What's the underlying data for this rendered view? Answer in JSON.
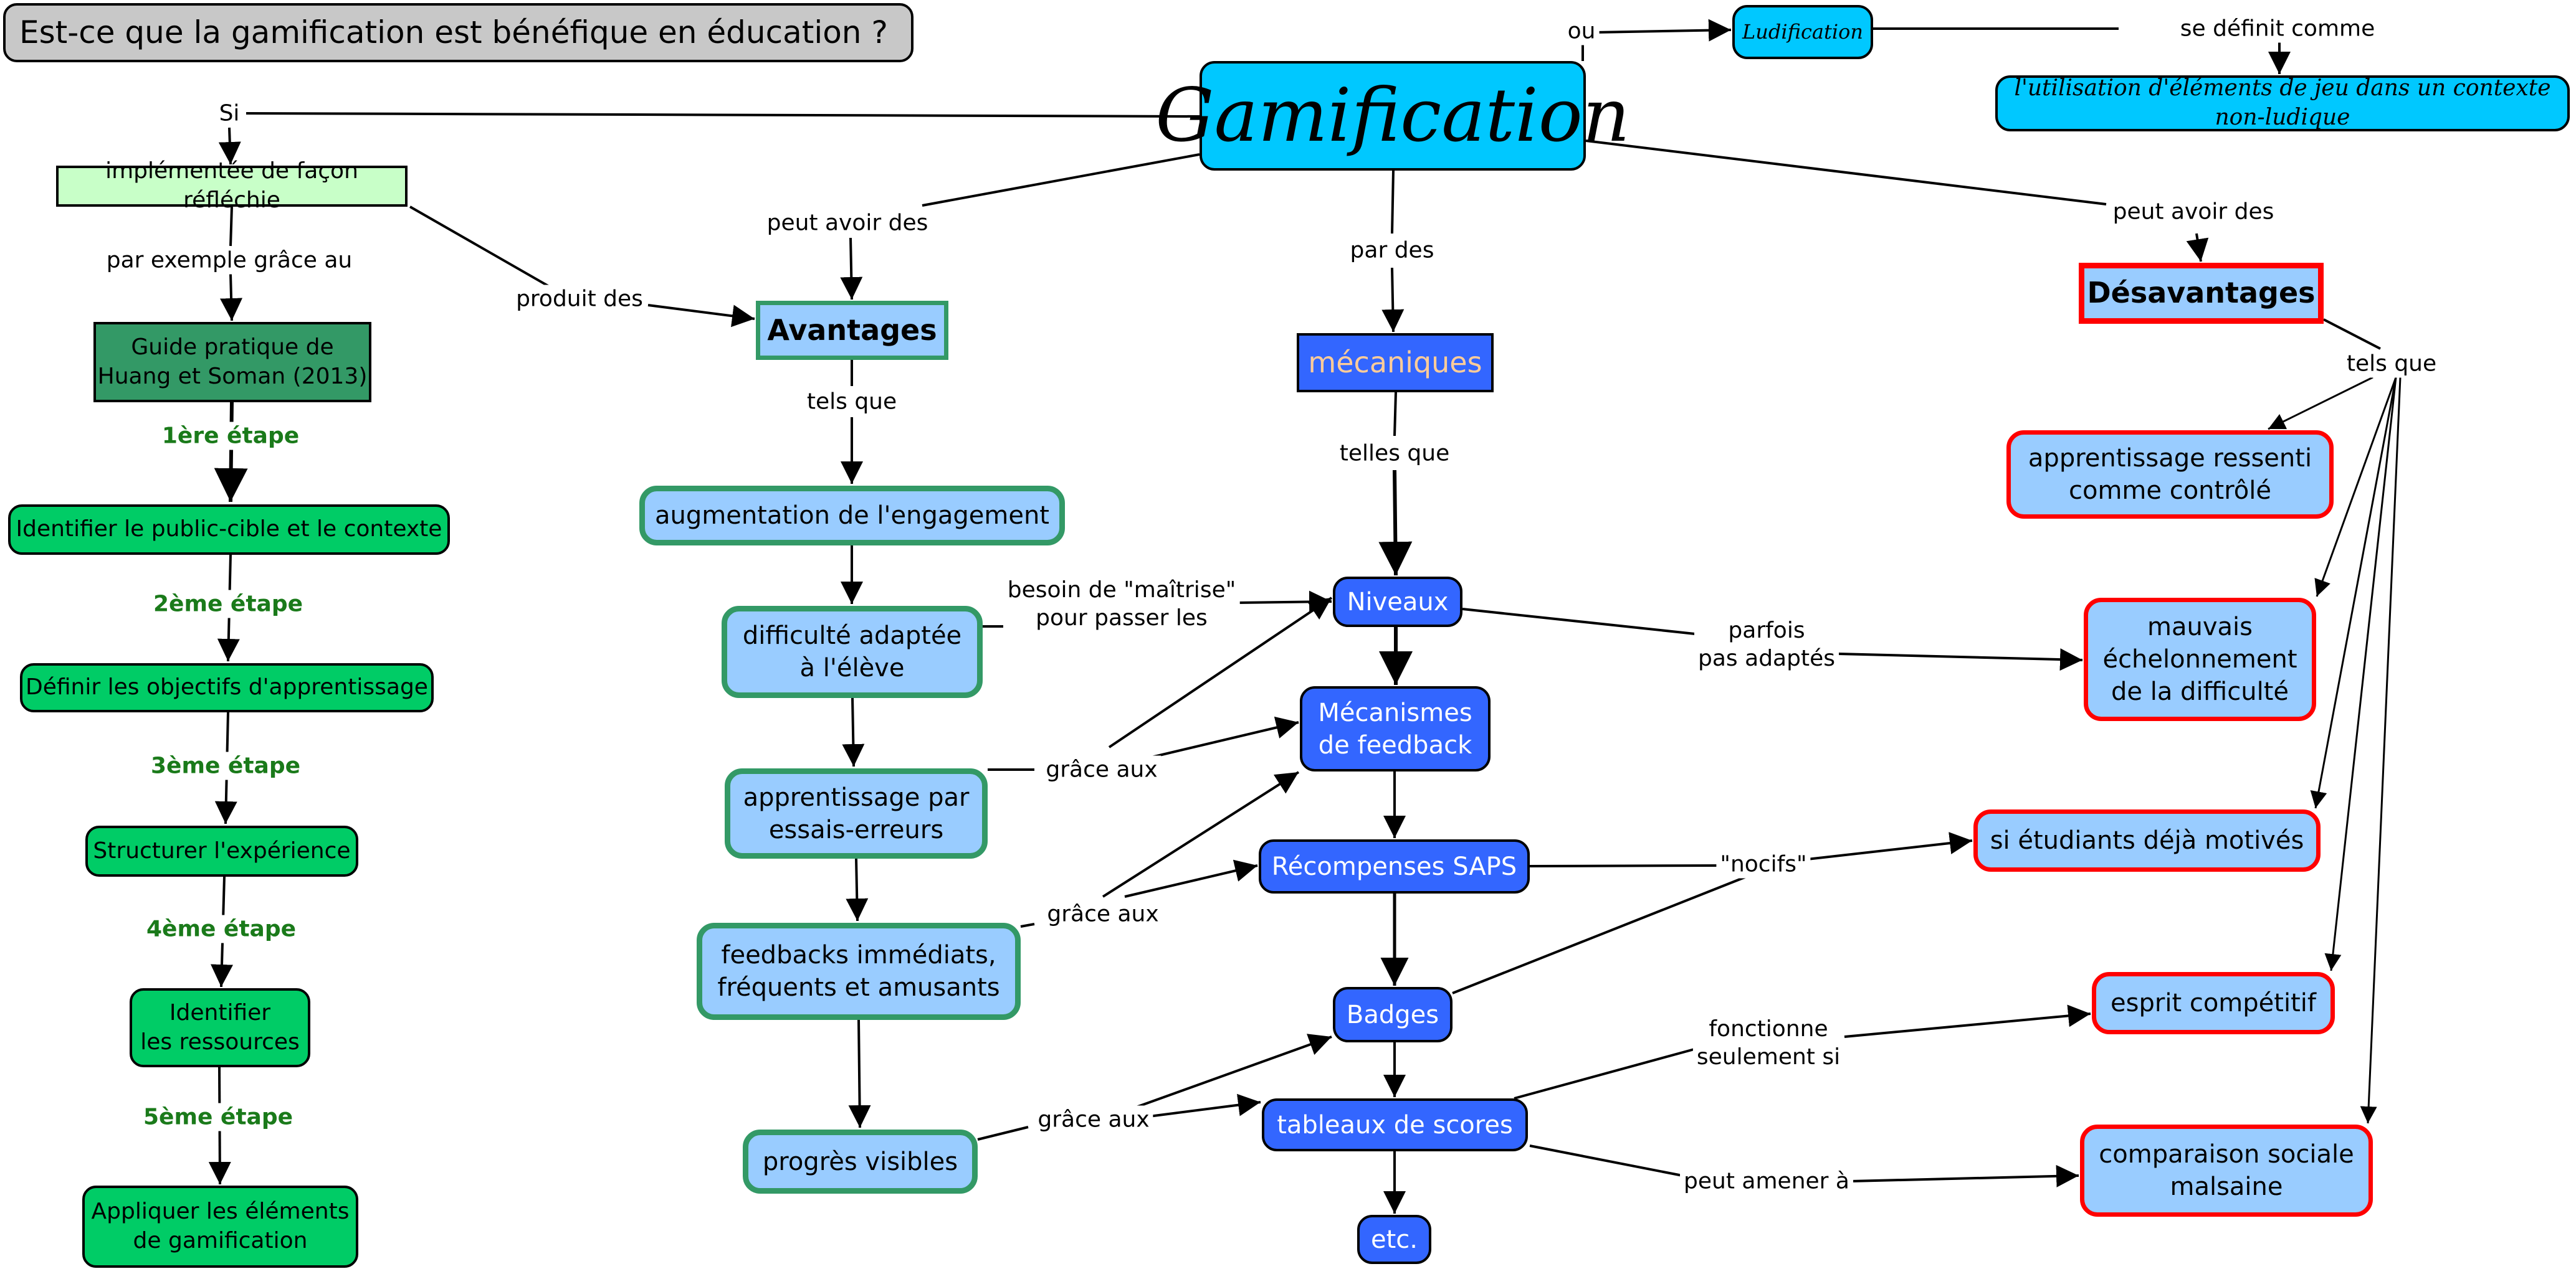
{
  "title": "Est-ce que la gamification est bénéfique en éducation ?",
  "colors": {
    "title_bg": "#c8c8c8",
    "cyan": "#00c8ff",
    "light_green": "#c8ffc8",
    "dark_green": "#339966",
    "step_green": "#00cc66",
    "step_label": "#1a7a1a",
    "advantage_fill": "#99ccff",
    "advantage_border": "#339966",
    "mechanic_fill": "#3366ff",
    "mechanic_head_text": "#ffcc99",
    "disadvantage_border": "#ff0000"
  },
  "nodes": {
    "gamification": "Gamification",
    "ludification": "Ludification",
    "definition": "l'utilisation d'éléments de jeu dans un contexte non-ludique",
    "implementee": "implémentée de façon réfléchie",
    "guide": "Guide pratique de\nHuang et Soman (2013)",
    "steps": [
      "Identifier le public-cible et le contexte",
      "Définir les objectifs d'apprentissage",
      "Structurer l'expérience",
      "Identifier\nles ressources",
      "Appliquer les éléments\nde gamification"
    ],
    "avantages": "Avantages",
    "advantages": [
      "augmentation de l'engagement",
      "difficulté adaptée\nà l'élève",
      "apprentissage par\nessais-erreurs",
      "feedbacks immédiats,\nfréquents et amusants",
      "progrès visibles"
    ],
    "mecaniques": "mécaniques",
    "mechanics": [
      "Niveaux",
      "Mécanismes\nde feedback",
      "Récompenses SAPS",
      "Badges",
      "tableaux de scores",
      "etc."
    ],
    "desavantages": "Désavantages",
    "disadvantages": [
      "apprentissage ressenti\ncomme contrôlé",
      "mauvais\néchelonnement\nde la difficulté",
      "si étudiants déjà motivés",
      "esprit compétitif",
      "comparaison sociale\nmalsaine"
    ]
  },
  "links": {
    "ou": "ou",
    "se_definit": "se définit comme",
    "si": "Si",
    "par_exemple": "par exemple grâce au",
    "produit_des": "produit des",
    "peut_avoir_des_left": "peut avoir des",
    "par_des": "par des",
    "peut_avoir_des_right": "peut avoir des",
    "tels_que_adv": "tels que",
    "telles_que": "telles que",
    "tels_que_dis": "tels que",
    "steps": [
      "1ère étape",
      "2ème étape",
      "3ème étape",
      "4ème étape",
      "5ème étape"
    ],
    "besoin_maitrise": "besoin de \"maîtrise\"\npour passer les",
    "grace_aux_1": "grâce aux",
    "grace_aux_2": "grâce aux",
    "grace_aux_3": "grâce aux",
    "parfois": "parfois\npas adaptés",
    "nocifs": "\"nocifs\"",
    "fonctionne": "fonctionne\nseulement si",
    "peut_amener": "peut amener à"
  }
}
